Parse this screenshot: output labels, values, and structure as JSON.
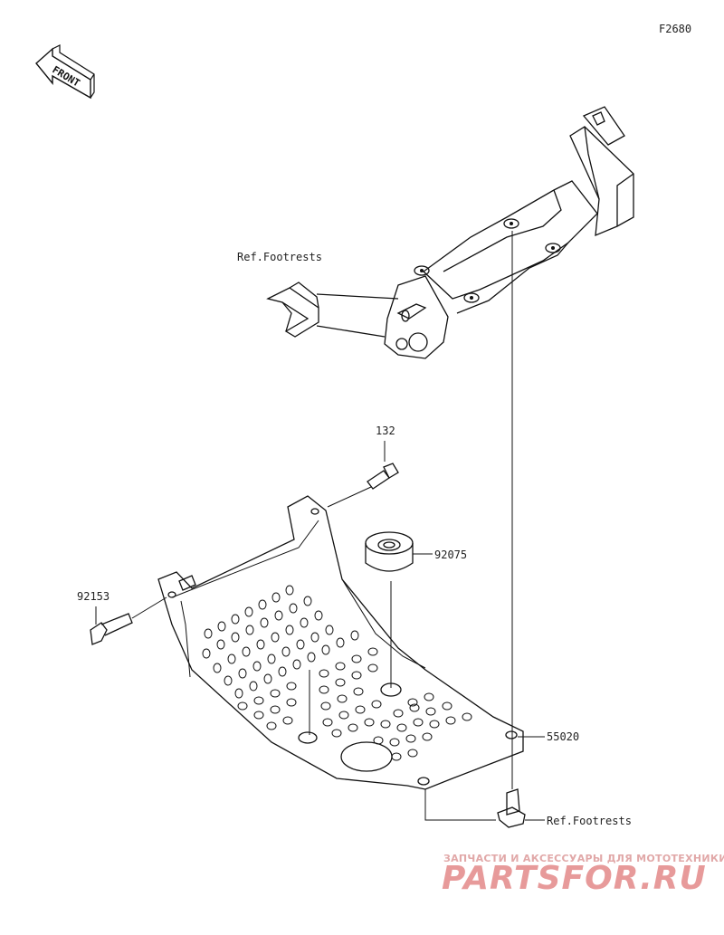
{
  "figure_code": "F2680",
  "front_label": "FRONT",
  "labels": {
    "ref_footrests_top": "Ref.Footrests",
    "part_132": "132",
    "part_92075": "92075",
    "part_92153": "92153",
    "part_55020": "55020",
    "ref_footrests_bottom": "Ref.Footrests"
  },
  "watermark": {
    "subtitle": "ЗАПЧАСТИ И АКСЕССУАРЫ ДЛЯ МОТОТЕХНИКИ",
    "brand": "PARTSFOR.RU",
    "color": "#e79a9a"
  }
}
